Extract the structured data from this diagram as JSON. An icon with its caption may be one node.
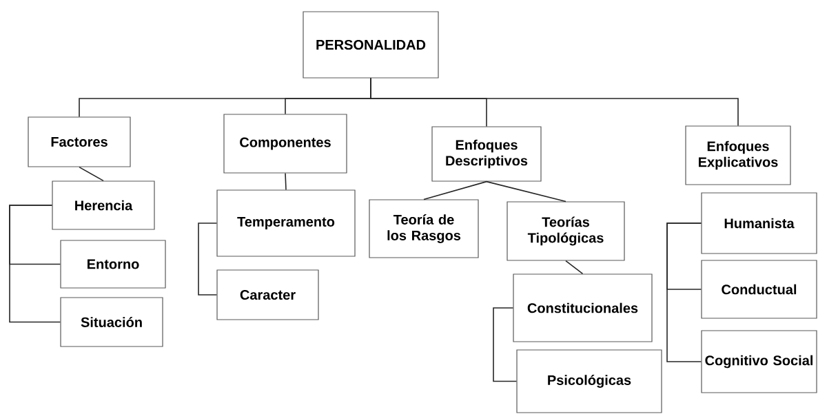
{
  "diagram": {
    "nodes": [
      {
        "text": [
          "PERSONALIDAD"
        ]
      },
      {
        "text": [
          "Factores"
        ]
      },
      {
        "text": [
          "Componentes"
        ]
      },
      {
        "text": [
          "Enfoques Descriptivos"
        ]
      },
      {
        "text": [
          "Enfoques Explicativos"
        ]
      },
      {
        "text": [
          "Herencia"
        ]
      },
      {
        "text": [
          "Entorno"
        ]
      },
      {
        "text": [
          "Situación"
        ]
      },
      {
        "text": [
          "Temperamento"
        ]
      },
      {
        "text": [
          "Caracter"
        ]
      },
      {
        "text": [
          "Teoría de los Rasgos"
        ]
      },
      {
        "text": [
          "Teorías Tipológicas"
        ]
      },
      {
        "text": [
          "Constitucionales"
        ]
      },
      {
        "text": [
          "Psicológicas"
        ]
      },
      {
        "text": [
          "Humanista"
        ]
      },
      {
        "text": [
          "Conductual"
        ]
      },
      {
        "text": [
          "Cognitivo Social"
        ]
      }
    ],
    "edges": [
      {
        "from": 0,
        "to": 1,
        "arrow": "none"
      },
      {
        "from": 0,
        "to": 2,
        "arrow": "none"
      },
      {
        "from": 0,
        "to": 3,
        "arrow": "none"
      },
      {
        "from": 0,
        "to": 4,
        "arrow": "none"
      },
      {
        "from": 1,
        "to": 5,
        "arrow": "none"
      },
      {
        "from": 5,
        "to": 6,
        "arrow": "none"
      },
      {
        "from": 5,
        "to": 7,
        "arrow": "none"
      },
      {
        "from": 2,
        "to": 8,
        "arrow": "none"
      },
      {
        "from": 8,
        "to": 9,
        "arrow": "none"
      },
      {
        "from": 3,
        "to": 10,
        "arrow": "none"
      },
      {
        "from": 3,
        "to": 11,
        "arrow": "none"
      },
      {
        "from": 11,
        "to": 12,
        "arrow": "none"
      },
      {
        "from": 12,
        "to": 13,
        "arrow": "none"
      },
      {
        "from": 14,
        "to": 15,
        "arrow": "none"
      },
      {
        "from": 14,
        "to": 16,
        "arrow": "none"
      }
    ]
  }
}
